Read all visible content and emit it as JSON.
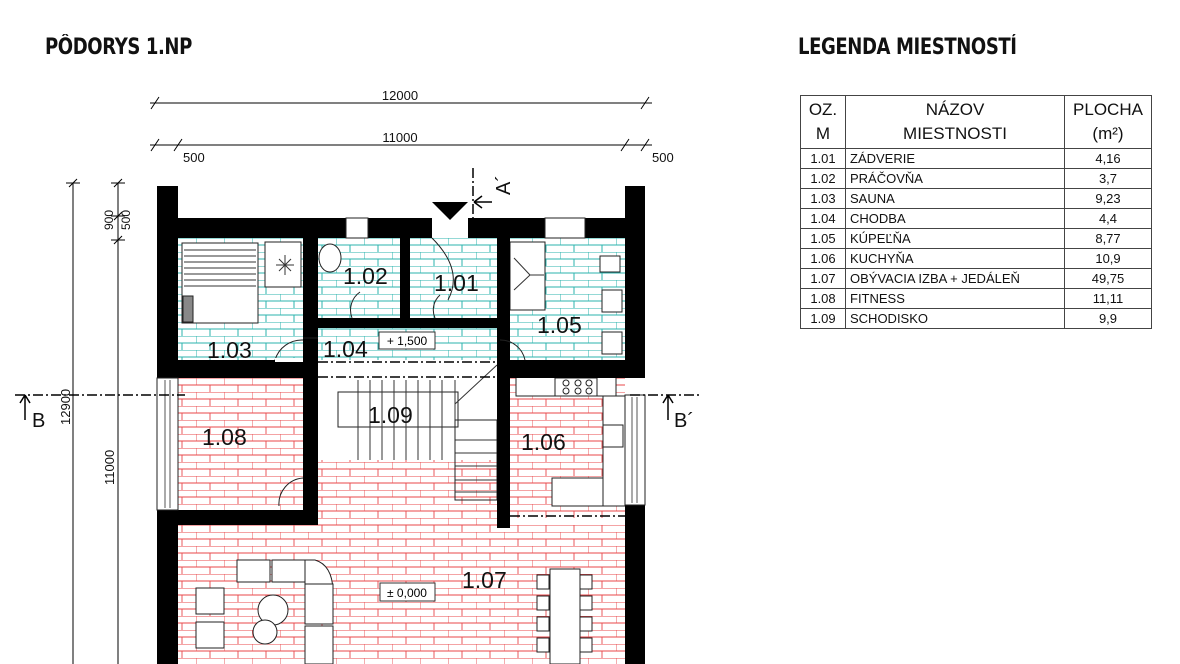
{
  "plan": {
    "title": "PÔDORYS 1.NP",
    "dims": {
      "total_w": "12000",
      "inner_w": "11000",
      "left_off": "500",
      "right_off": "500",
      "total_h": "12900",
      "inner_h": "11000",
      "top_a": "900",
      "top_b": "500"
    },
    "sections": {
      "a": "A´",
      "b_left": "B",
      "b_right": "B´"
    },
    "levels": {
      "upper": "+ 1,500",
      "ground": "± 0,000"
    },
    "rooms": {
      "r101": "1.01",
      "r102": "1.02",
      "r103": "1.03",
      "r104": "1.04",
      "r105": "1.05",
      "r106": "1.06",
      "r107": "1.07",
      "r108": "1.08",
      "r109": "1.09"
    },
    "colors": {
      "wall": "#000000",
      "tile": "#2bb3ad",
      "floor": "#e8474a"
    }
  },
  "legend": {
    "title": "LEGENDA MIESTNOSTÍ",
    "headers": {
      "num": "OZ. M",
      "name": "NÁZOV MIESTNOSTI",
      "area": "PLOCHA (m²)"
    },
    "header_lines": {
      "num1": "OZ.",
      "num2": "M",
      "name1": "NÁZOV",
      "name2": "MIESTNOSTI",
      "area1": "PLOCHA",
      "area2": "(m²)"
    },
    "rows": [
      {
        "num": "1.01",
        "name": "ZÁDVERIE",
        "area": "4,16"
      },
      {
        "num": "1.02",
        "name": "PRÁČOVŇA",
        "area": "3,7"
      },
      {
        "num": "1.03",
        "name": "SAUNA",
        "area": "9,23"
      },
      {
        "num": "1.04",
        "name": "CHODBA",
        "area": "4,4"
      },
      {
        "num": "1.05",
        "name": "KÚPEĽŇA",
        "area": "8,77"
      },
      {
        "num": "1.06",
        "name": "KUCHYŇA",
        "area": "10,9"
      },
      {
        "num": "1.07",
        "name": "OBÝVACIA IZBA + JEDÁLEŇ",
        "area": "49,75"
      },
      {
        "num": "1.08",
        "name": "FITNESS",
        "area": "11,11"
      },
      {
        "num": "1.09",
        "name": "SCHODISKO",
        "area": "9,9"
      }
    ]
  }
}
